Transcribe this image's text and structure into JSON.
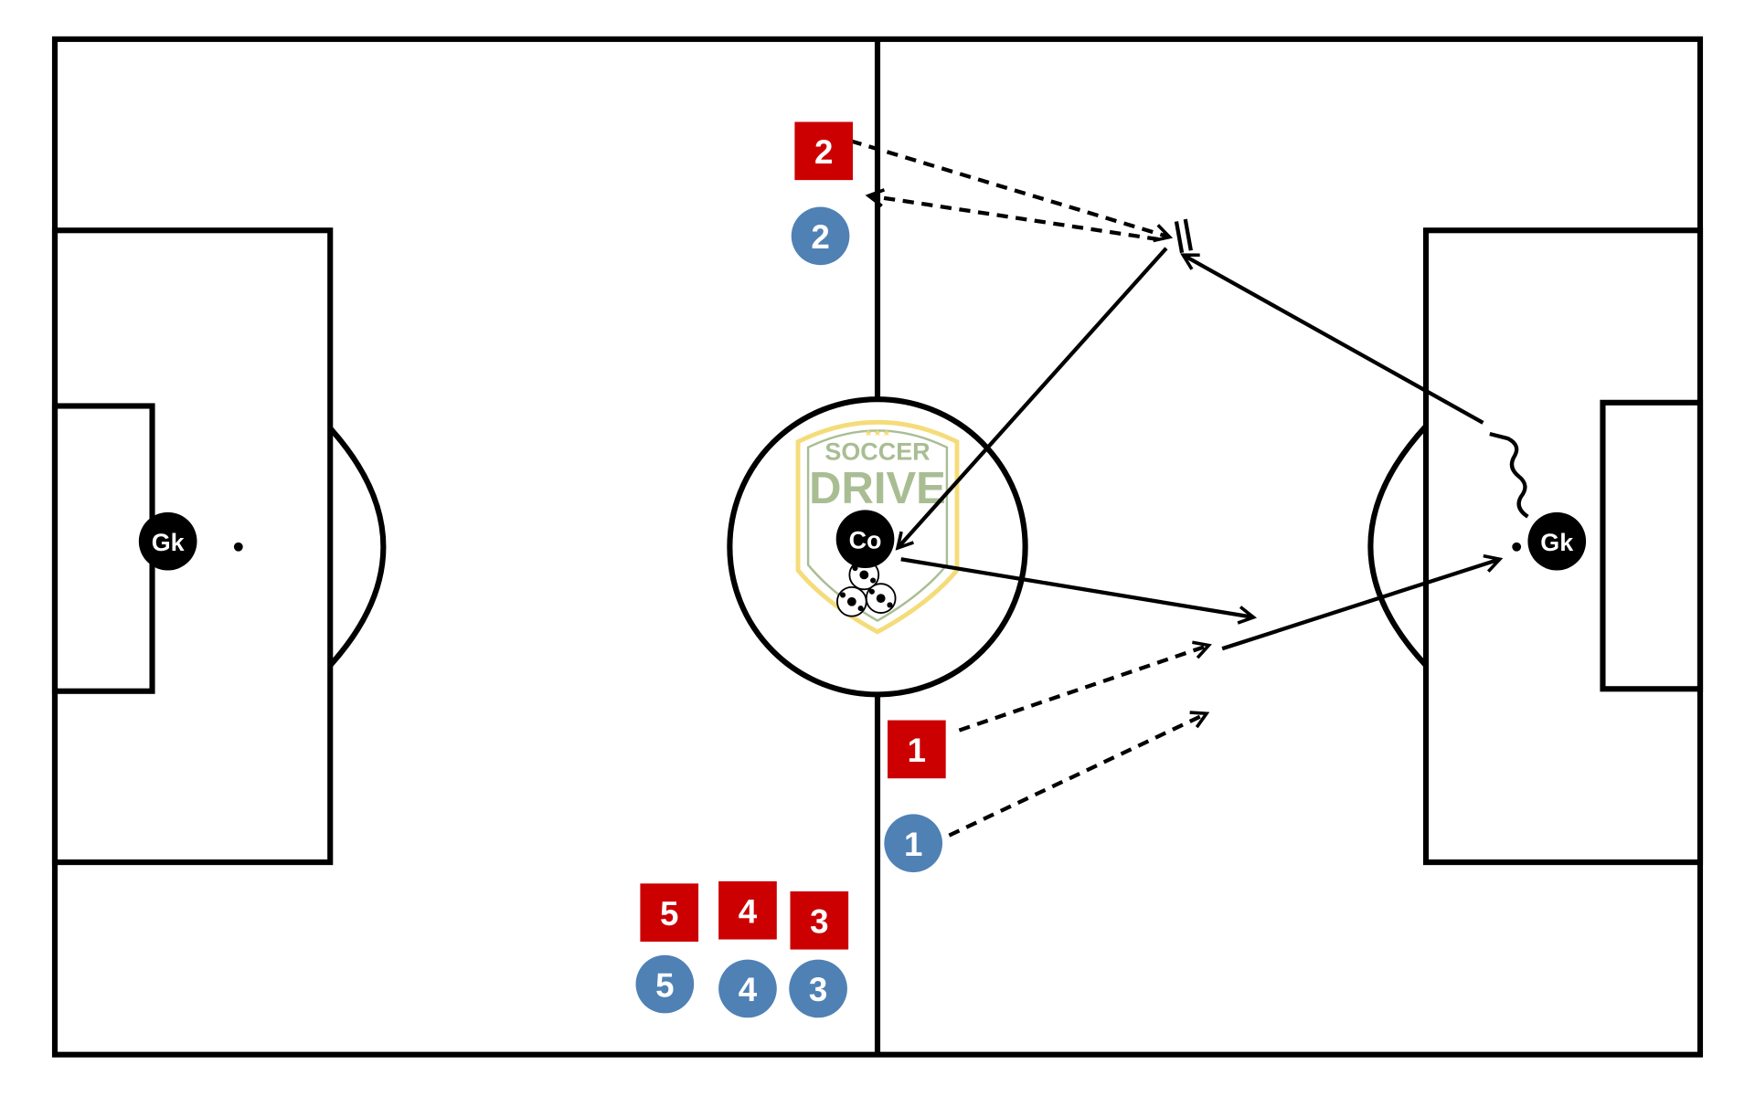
{
  "title": "Soccer drill diagram",
  "colors": {
    "red_team": "#cc0000",
    "blue_team": "#4f81b5",
    "neutral": "#000000",
    "logo_green": "#a9bd93",
    "logo_gold": "#f5dc7a"
  },
  "logo": {
    "line1": "SOCCER",
    "line2": "DRIVE"
  },
  "goalkeepers": [
    {
      "label": "Gk"
    },
    {
      "label": "Gk"
    }
  ],
  "coach": {
    "label": "Co"
  },
  "red_players": [
    {
      "label": "2"
    },
    {
      "label": "1"
    },
    {
      "label": "5"
    },
    {
      "label": "4"
    },
    {
      "label": "3"
    }
  ],
  "blue_players": [
    {
      "label": "2"
    },
    {
      "label": "1"
    },
    {
      "label": "5"
    },
    {
      "label": "4"
    },
    {
      "label": "3"
    }
  ]
}
